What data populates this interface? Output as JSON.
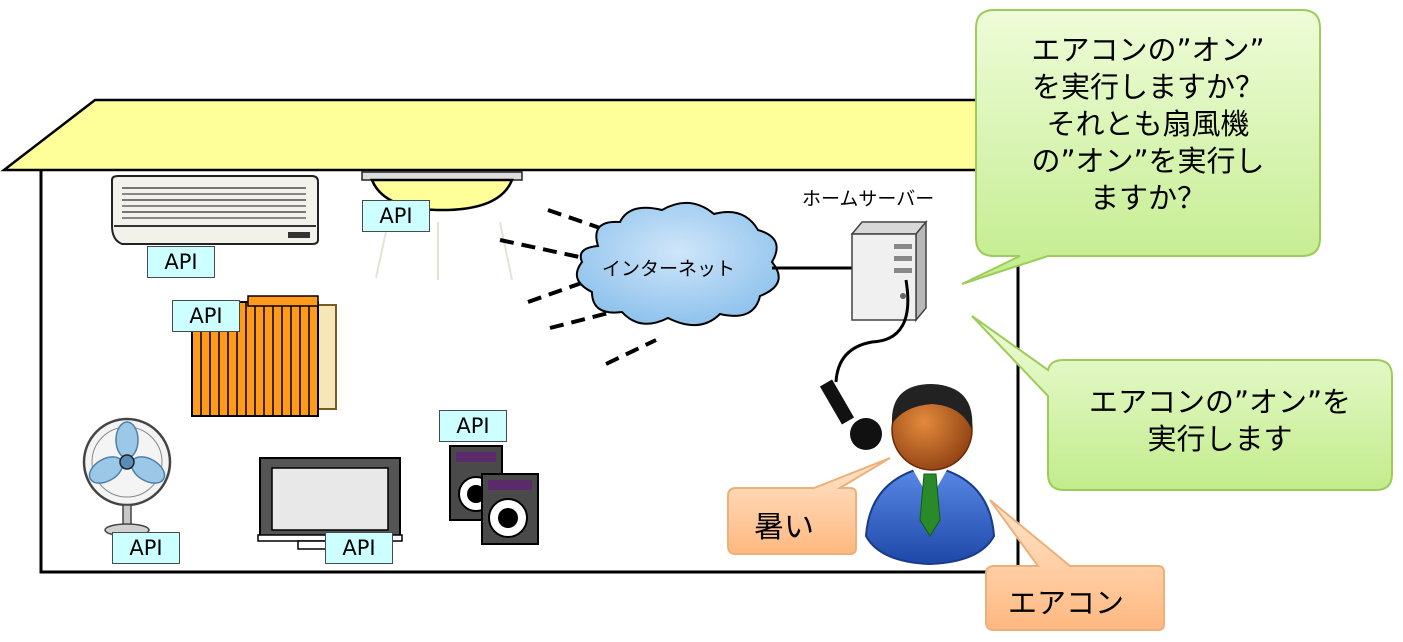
{
  "api_label": "API",
  "internet_label": "インターネット",
  "server_label": "ホームサーバー",
  "callout_question": [
    "エアコンの”オン”",
    "を実行しますか？",
    "それとも扇風機",
    "の”オン”を実行し",
    "ますか？"
  ],
  "callout_answer": [
    "エアコンの”オン”を",
    "実行します"
  ],
  "speech_hot": "暑い",
  "speech_aircon": "エアコン",
  "colors": {
    "roof": "#ffff99",
    "api_box": "#ccffff",
    "cloud": "#a8d0f0",
    "callout_green": "#ccf0a0",
    "speech_orange": "#ffc898",
    "curtain": "#ff9a1a",
    "suit": "#3a6fd8",
    "skin": "#c86a28"
  }
}
